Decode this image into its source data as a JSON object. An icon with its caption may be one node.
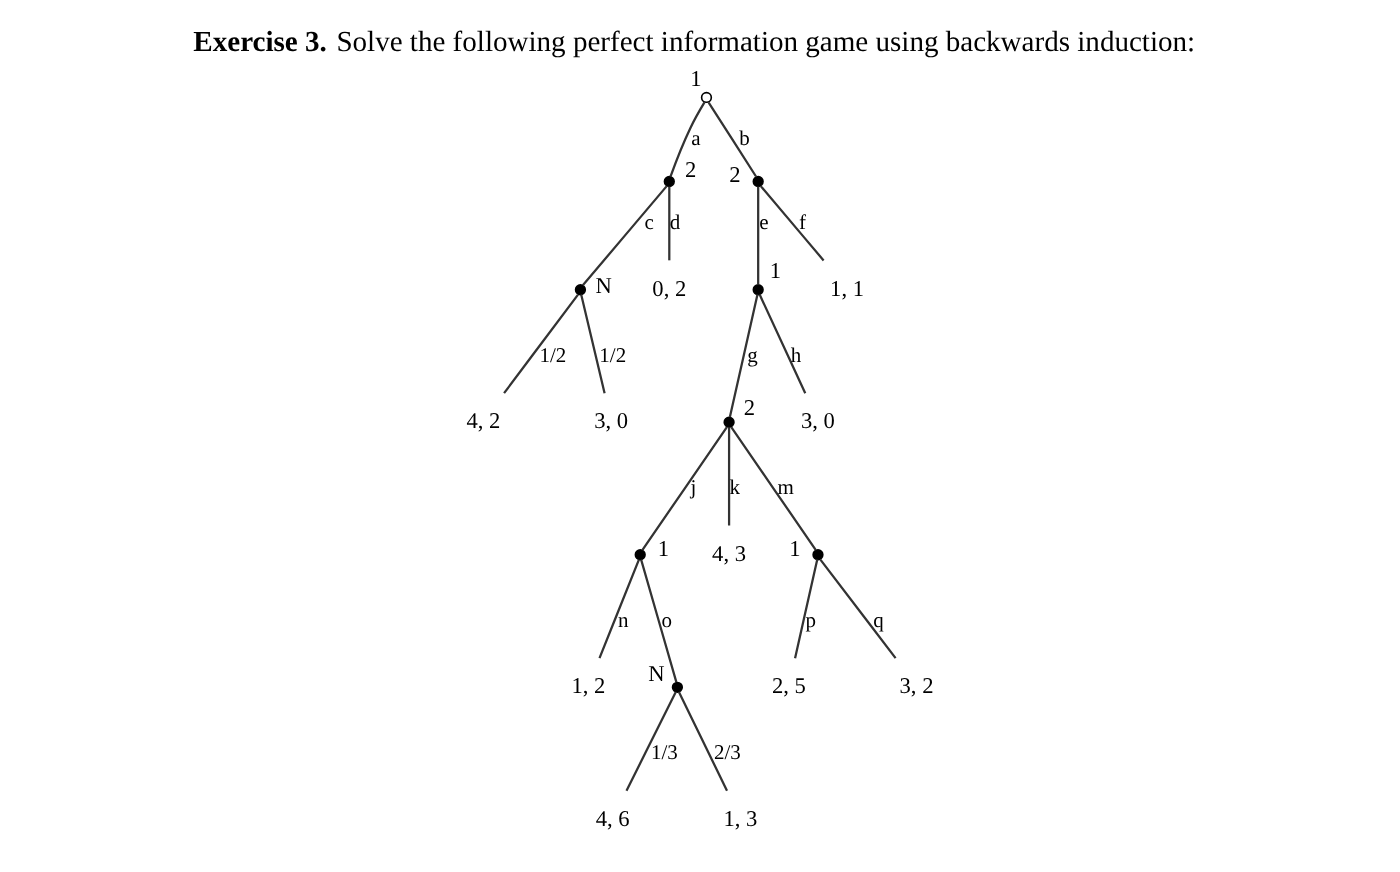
{
  "diagram": {
    "title": "**Exercise 3.** Solve the following perfect information game using backwards induction:",
    "nodes": [
      {
        "text": [],
        "shape": "circle",
        "beside": [
          "1"
        ]
      },
      {
        "text": [],
        "shape": "circle",
        "beside": [
          "2"
        ]
      },
      {
        "text": [],
        "shape": "circle",
        "beside": [
          "2"
        ]
      },
      {
        "text": [],
        "shape": "circle",
        "beside": [
          "N"
        ]
      },
      {
        "text": [
          "0, 2"
        ]
      },
      {
        "text": [],
        "shape": "circle",
        "beside": [
          "1"
        ]
      },
      {
        "text": [
          "1, 1"
        ]
      },
      {
        "text": [
          "4, 2"
        ]
      },
      {
        "text": [
          "3, 0"
        ]
      },
      {
        "text": [],
        "shape": "circle",
        "beside": [
          "2"
        ]
      },
      {
        "text": [
          "3, 0"
        ]
      },
      {
        "text": [],
        "shape": "circle",
        "beside": [
          "1"
        ]
      },
      {
        "text": [
          "4, 3"
        ]
      },
      {
        "text": [],
        "shape": "circle",
        "beside": [
          "1"
        ]
      },
      {
        "text": [
          "1, 2"
        ]
      },
      {
        "text": [],
        "shape": "circle",
        "beside": [
          "N"
        ]
      },
      {
        "text": [
          "2, 5"
        ]
      },
      {
        "text": [
          "3, 2"
        ]
      },
      {
        "text": [
          "4, 6"
        ]
      },
      {
        "text": [
          "1, 3"
        ]
      }
    ],
    "edges": [
      {
        "from": 0,
        "to": 1,
        "arrow": "none",
        "label": "a"
      },
      {
        "from": 0,
        "to": 2,
        "arrow": "none",
        "label": "b"
      },
      {
        "from": 1,
        "to": 3,
        "arrow": "none",
        "label": "c"
      },
      {
        "from": 1,
        "to": 4,
        "arrow": "none",
        "label": "d"
      },
      {
        "from": 2,
        "to": 5,
        "arrow": "none",
        "label": "e"
      },
      {
        "from": 2,
        "to": 6,
        "arrow": "none",
        "label": "f"
      },
      {
        "from": 3,
        "to": 7,
        "arrow": "none",
        "label": "1/2"
      },
      {
        "from": 3,
        "to": 8,
        "arrow": "none",
        "label": "1/2"
      },
      {
        "from": 5,
        "to": 9,
        "arrow": "none",
        "label": "g"
      },
      {
        "from": 5,
        "to": 10,
        "arrow": "none",
        "label": "h"
      },
      {
        "from": 9,
        "to": 11,
        "arrow": "none",
        "label": "j"
      },
      {
        "from": 9,
        "to": 12,
        "arrow": "none",
        "label": "k"
      },
      {
        "from": 9,
        "to": 13,
        "arrow": "none",
        "label": "m"
      },
      {
        "from": 11,
        "to": 14,
        "arrow": "none",
        "label": "n"
      },
      {
        "from": 11,
        "to": 15,
        "arrow": "none",
        "label": "o"
      },
      {
        "from": 13,
        "to": 16,
        "arrow": "none",
        "label": "p"
      },
      {
        "from": 13,
        "to": 17,
        "arrow": "none",
        "label": "q"
      },
      {
        "from": 15,
        "to": 18,
        "arrow": "none",
        "label": "1/3"
      },
      {
        "from": 15,
        "to": 19,
        "arrow": "none",
        "label": "2/3"
      }
    ]
  }
}
